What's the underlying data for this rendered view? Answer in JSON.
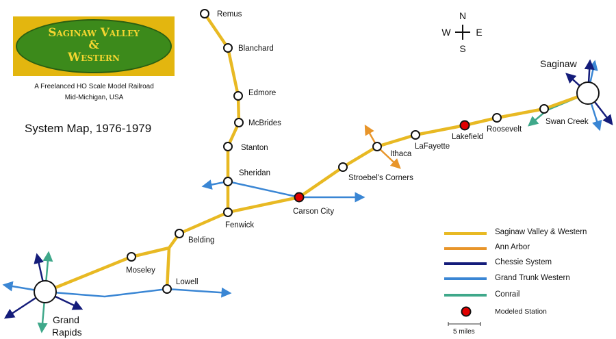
{
  "logo": {
    "line1": "Saginaw Valley",
    "line2": "&",
    "line3": "Western"
  },
  "subtitle": {
    "line1": "A Freelanced HO Scale Model Railroad",
    "line2": "Mid-Michigan, USA"
  },
  "title": "System Map, 1976-1979",
  "compass": {
    "n": "N",
    "s": "S",
    "e": "E",
    "w": "W"
  },
  "stations": {
    "remus": "Remus",
    "blanchard": "Blanchard",
    "edmore": "Edmore",
    "mcbrides": "McBrides",
    "stanton": "Stanton",
    "sheridan": "Sheridan",
    "fenwick": "Fenwick",
    "carson_city": "Carson City",
    "stroebels": "Stroebel's Corners",
    "ithaca": "Ithaca",
    "lafayette": "LaFayette",
    "lakefield": "Lakefield",
    "roosevelt": "Roosevelt",
    "swan_creek": "Swan Creek",
    "saginaw": "Saginaw",
    "belding": "Belding",
    "moseley": "Moseley",
    "lowell": "Lowell",
    "grand_rapids_1": "Grand",
    "grand_rapids_2": "Rapids"
  },
  "legend": {
    "items": [
      {
        "label": "Saginaw Valley & Western",
        "color": "#e8b923"
      },
      {
        "label": "Ann Arbor",
        "color": "#e8952a"
      },
      {
        "label": "Chessie System",
        "color": "#141c7a"
      },
      {
        "label": "Grand Trunk Western",
        "color": "#3a86d4"
      },
      {
        "label": "Conrail",
        "color": "#3fa88a"
      }
    ],
    "modeled_station": "Modeled Station",
    "modeled_color": "#e00000",
    "scale": "5 miles"
  }
}
